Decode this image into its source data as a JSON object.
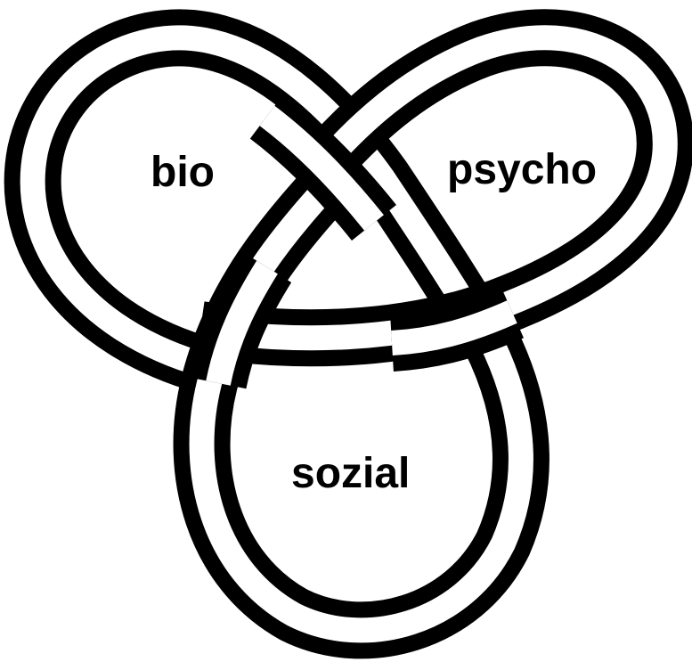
{
  "diagram": {
    "labels": {
      "bio": "bio",
      "psycho": "psycho",
      "sozial": "sozial"
    },
    "colors": {
      "background": "#ffffff",
      "band": "#000000"
    },
    "shape": "trefoil-knot"
  }
}
